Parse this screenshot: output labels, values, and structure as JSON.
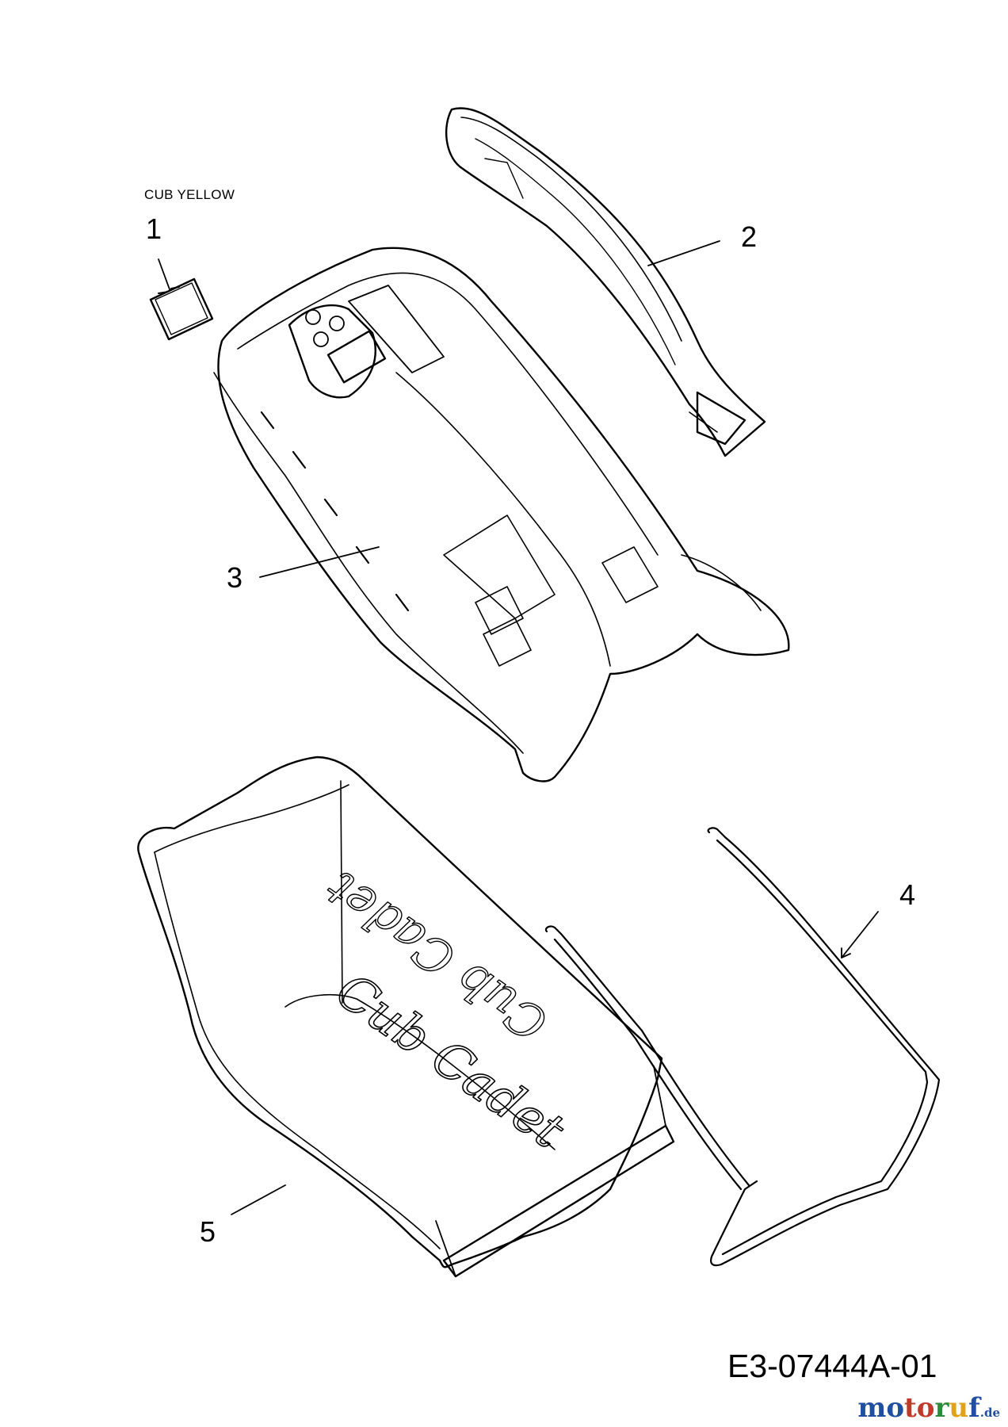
{
  "diagram": {
    "color_note": "CUB YELLOW",
    "callouts": [
      "1",
      "2",
      "3",
      "4",
      "5"
    ],
    "drawing_number": "E3-07444A-01",
    "brand_on_bag": "Cub Cadet"
  },
  "watermark": {
    "parts": [
      {
        "text": "mo",
        "color": "#1f4fa0"
      },
      {
        "text": "to",
        "color": "#c0392b"
      },
      {
        "text": "r",
        "color": "#2e8b3a"
      },
      {
        "text": "u",
        "color": "#e0a21b"
      },
      {
        "text": "f",
        "color": "#1f4fa0"
      }
    ],
    "suffix": ".de"
  }
}
